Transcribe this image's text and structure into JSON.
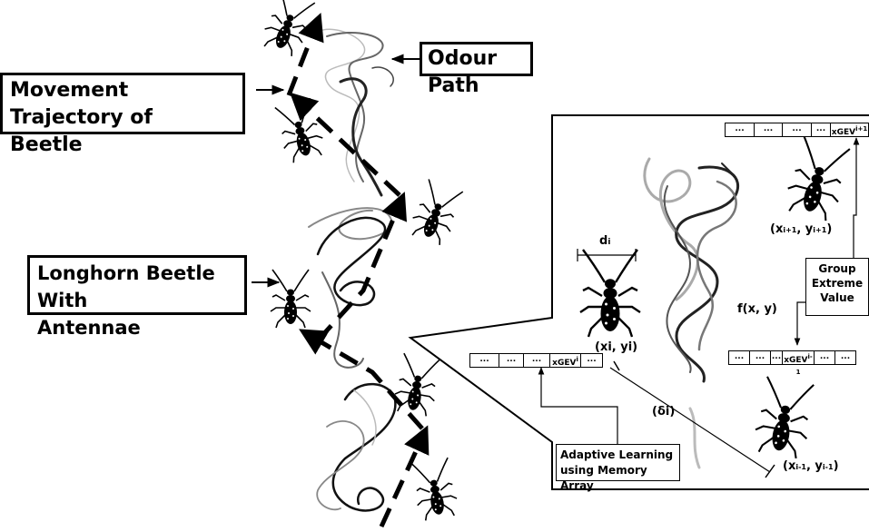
{
  "labels": {
    "odour_path": "Odour Path",
    "movement_line1": "Movement Trajectory of",
    "movement_line2": "Beetle",
    "longhorn_line1": "Longhorn Beetle With",
    "longhorn_line2": "Antennae",
    "group_line1": "Group",
    "group_line2": "Extreme",
    "group_line3": "Value",
    "adaptive_line1": "Adaptive Learning",
    "adaptive_line2": "using Memory Array",
    "di": "d",
    "di_sub": "i",
    "fxy": "f(x, y)",
    "xi_yi": "(xi, yi)",
    "delta_i": "(δi)",
    "xi1_yi1": "(x",
    "xim1_yim1": "(x"
  },
  "memory_arrays": {
    "top": [
      "...",
      "...",
      "...",
      "...",
      "..."
    ],
    "top_gev": "xGEV",
    "top_gev_sup": "i+1",
    "mid": [
      "...",
      "...",
      "...",
      "..."
    ],
    "mid_gev": "xGEV",
    "mid_gev_sup": "i-1",
    "left": [
      "...",
      "...",
      "...",
      "..."
    ],
    "left_gev": "xGEV",
    "left_gev_sup": "i"
  },
  "colors": {
    "line": "#000000",
    "odour_light": "#9a9a9a",
    "odour_dark": "#2a2a2a"
  }
}
